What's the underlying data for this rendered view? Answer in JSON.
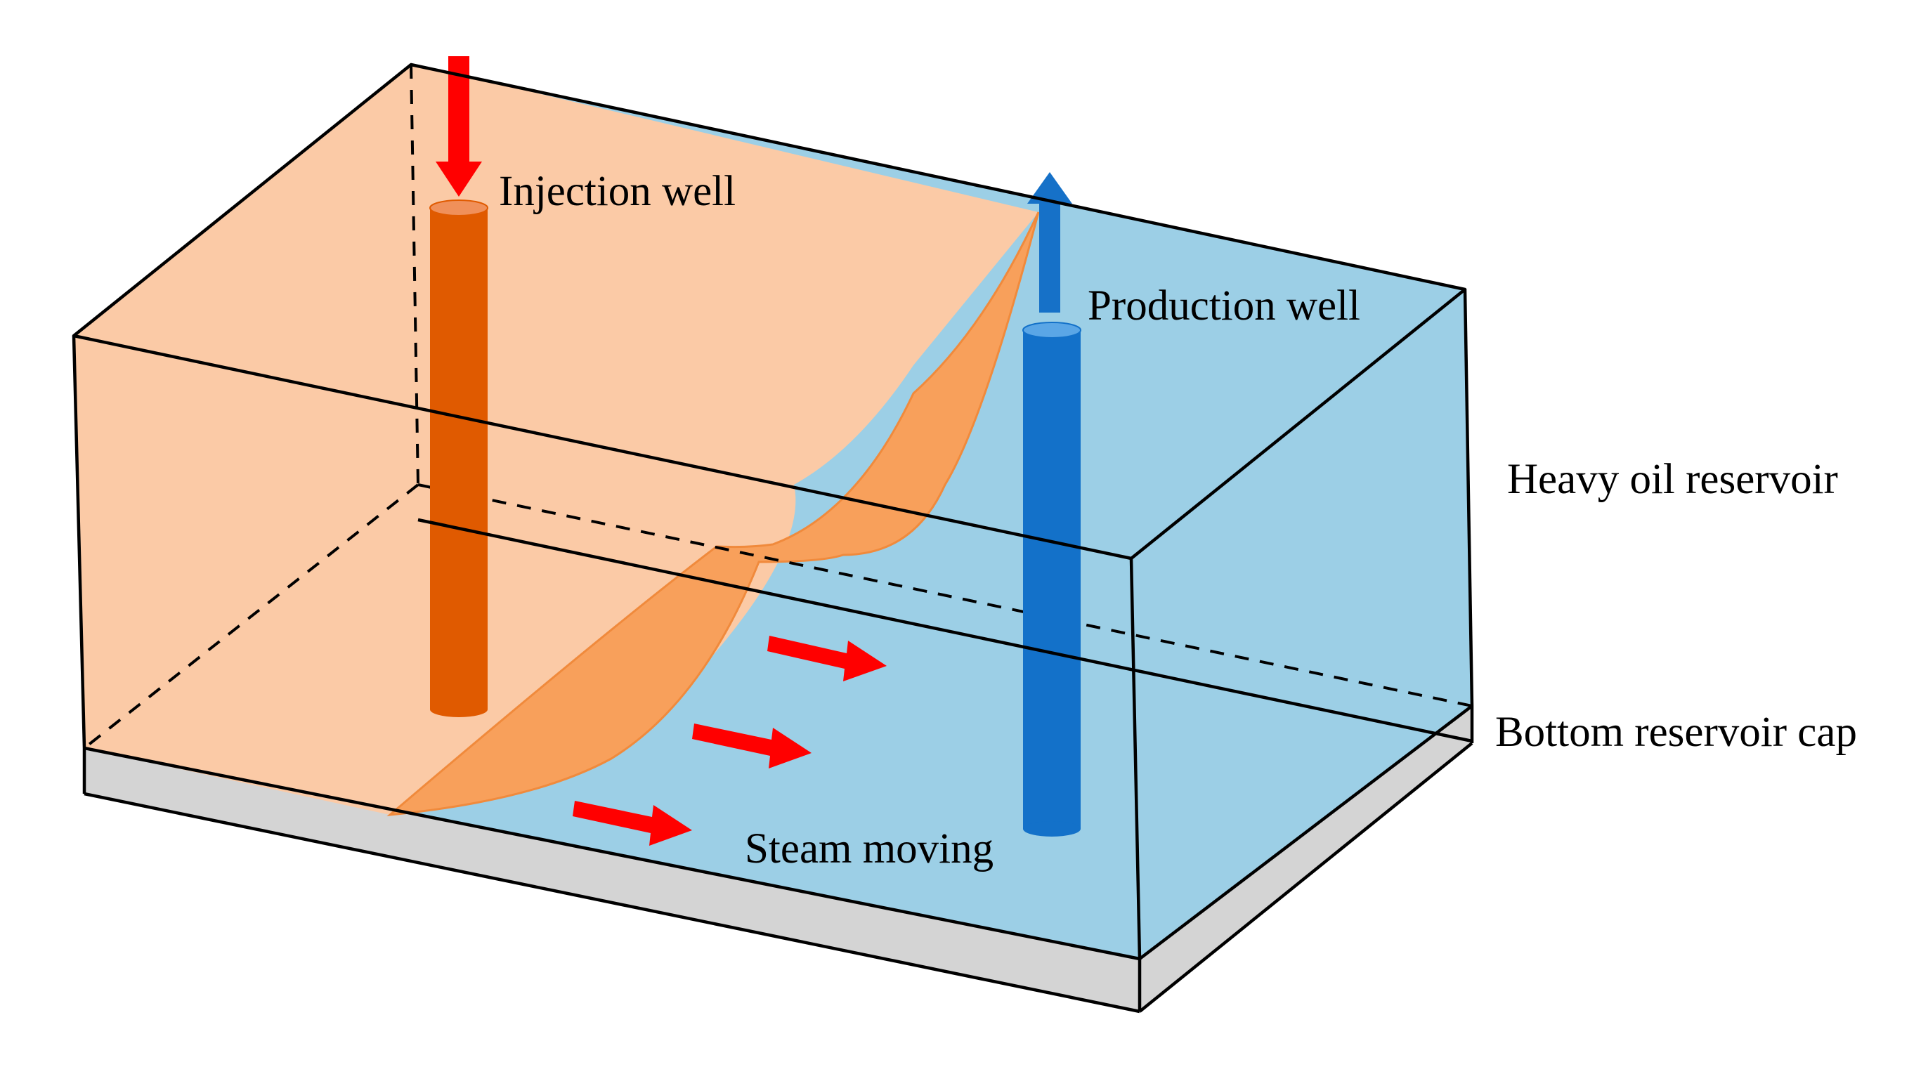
{
  "labels": {
    "injection_well": "Injection well",
    "production_well": "Production well",
    "heavy_oil_reservoir": "Heavy oil reservoir",
    "bottom_reservoir_cap": "Bottom reservoir cap",
    "steam_moving": "Steam moving"
  },
  "colors": {
    "steam_zone": "#fbcaa6",
    "steam_front": "#f8a05b",
    "oil_zone": "#9ccfe6",
    "injection_well": "#e05a00",
    "injection_well_top": "#f0905a",
    "production_well": "#1371c9",
    "production_well_top": "#5aa6e6",
    "injection_arrow": "#ff0000",
    "production_arrow": "#1671c8",
    "steam_arrows": "#ff0000",
    "cap_rock": "#d4d4d4",
    "edges": "#000000"
  }
}
